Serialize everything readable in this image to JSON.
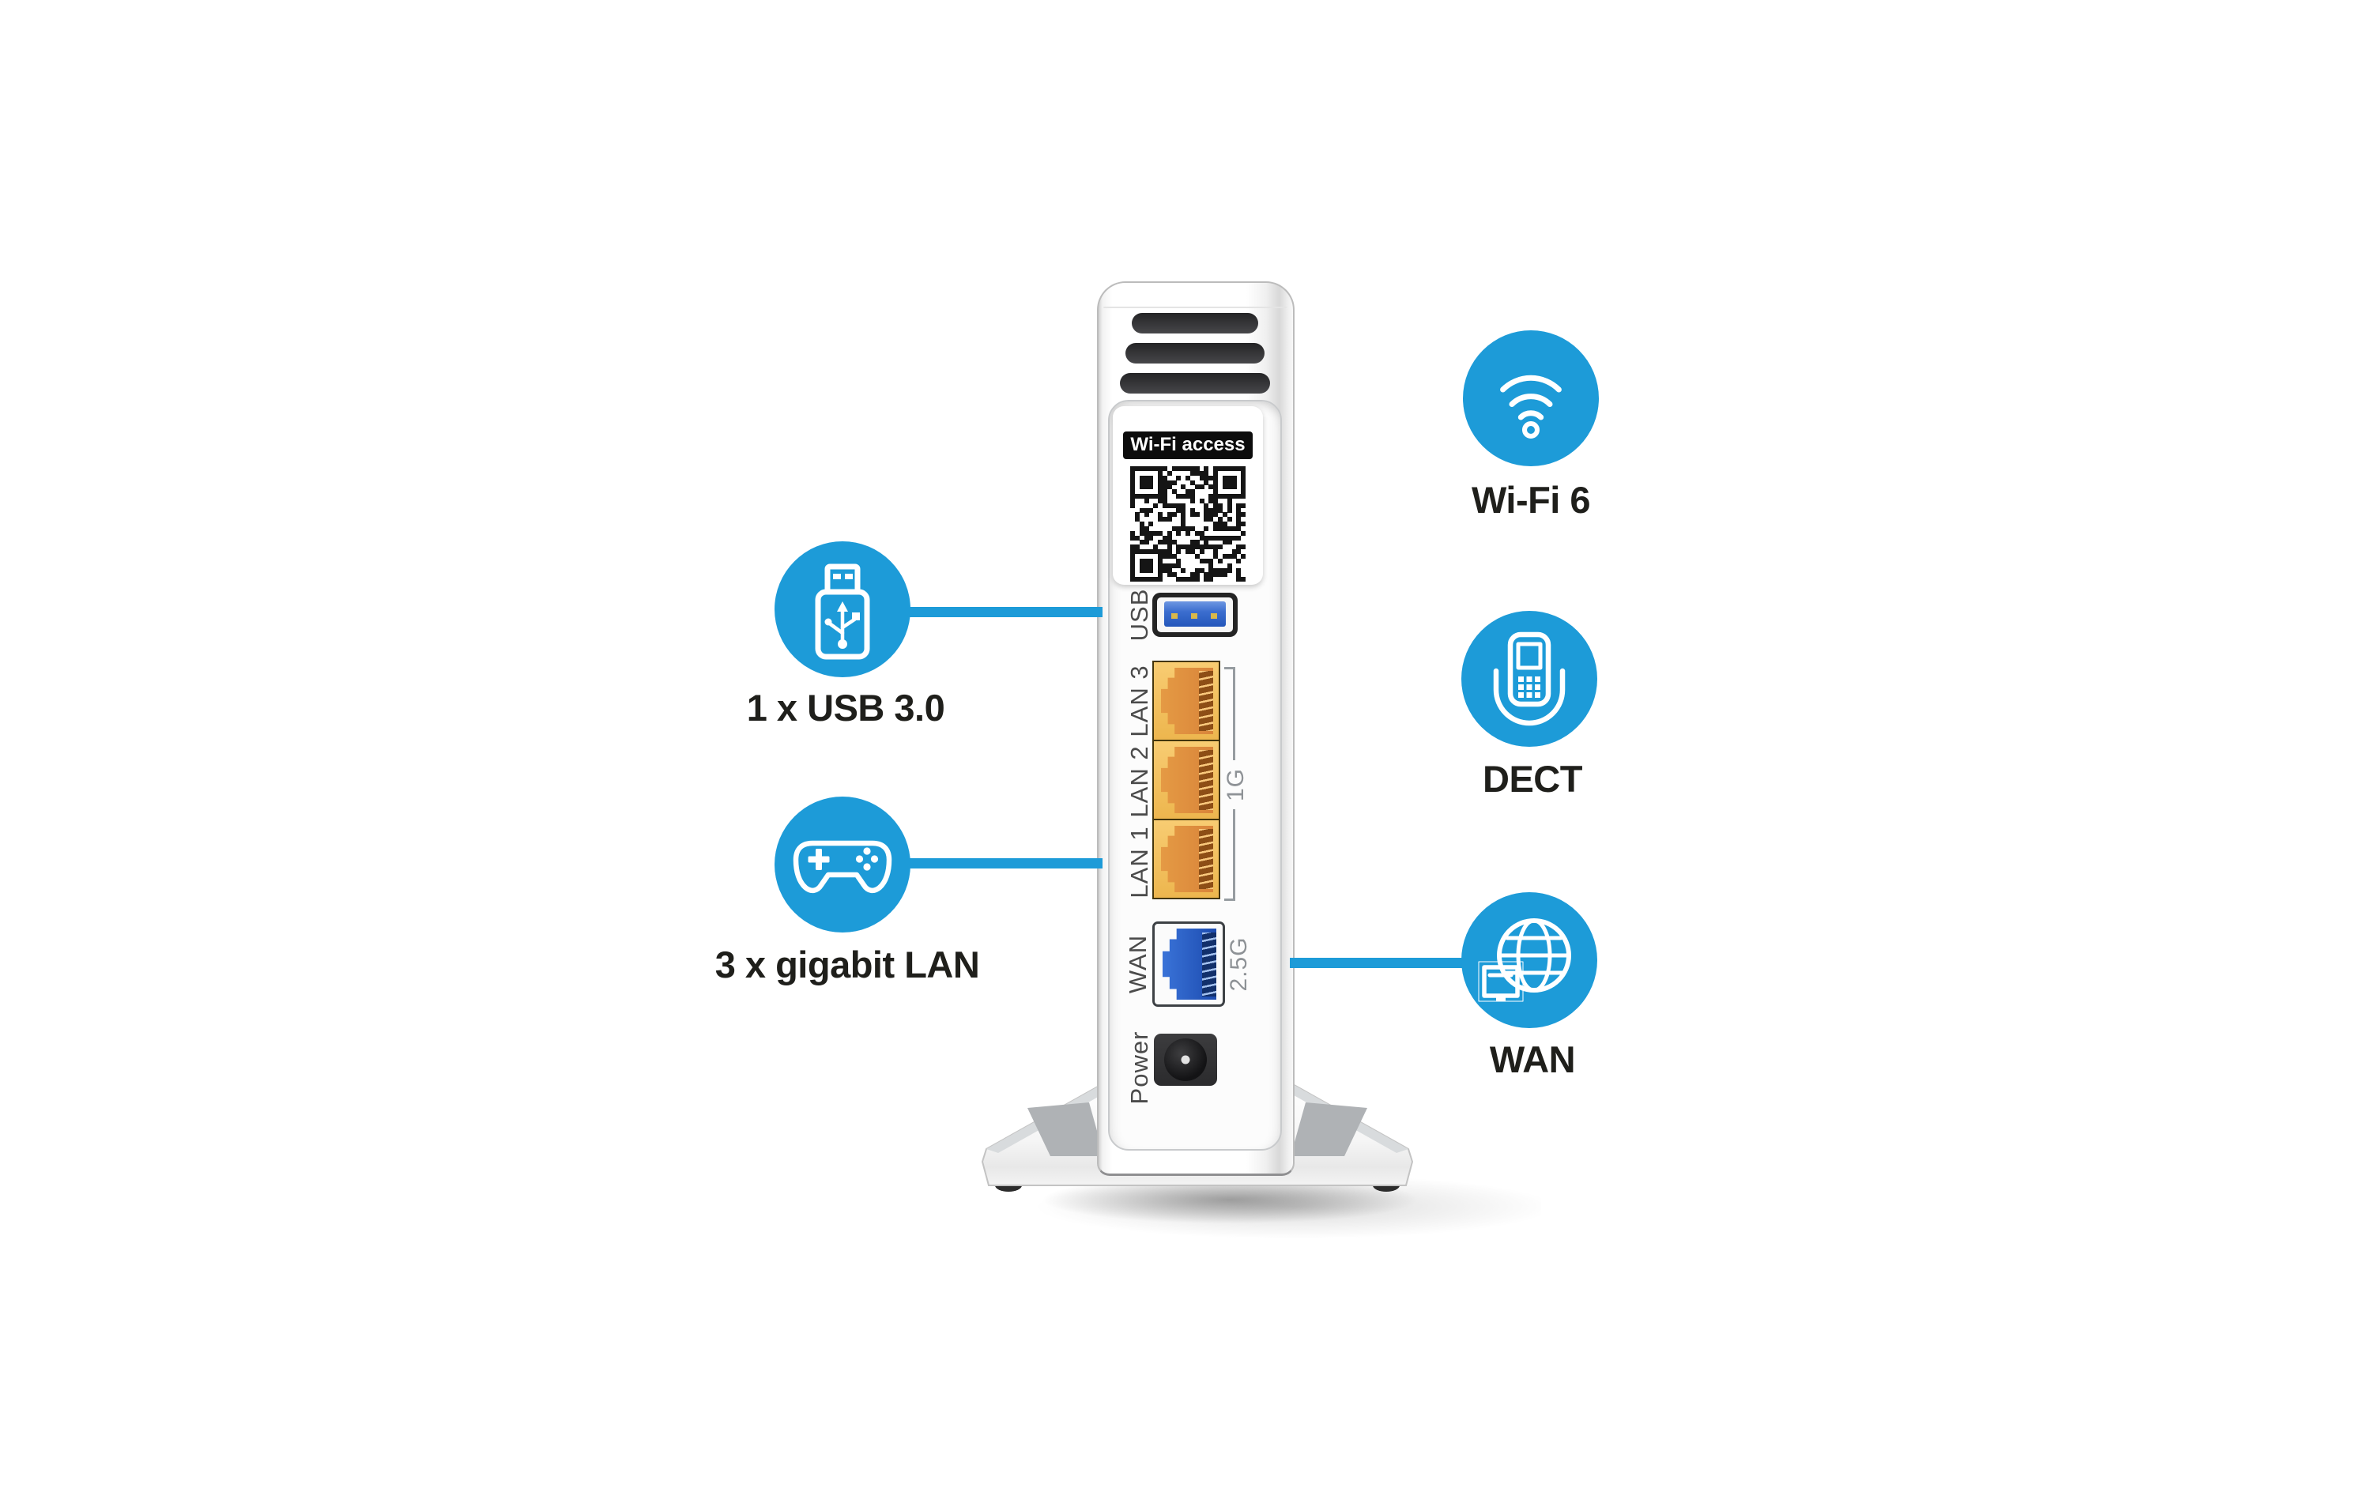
{
  "colors": {
    "accent_blue": "#1d9bd8",
    "usb_blue": "#2356ba",
    "wan_blue": "#1d4cb0",
    "lan_orange": "#d9853a",
    "text_dark": "#1f1f1b",
    "port_label_gray": "#4b4b4b",
    "speed_label_gray": "#8e9296"
  },
  "router": {
    "qr_sticker_label": "Wi-Fi access",
    "usb_label": "USB",
    "lan3_label": "LAN 3",
    "lan2_label": "LAN 2",
    "lan1_label": "LAN 1",
    "wan_label": "WAN",
    "power_label": "Power",
    "lan_speed_label": "1G",
    "wan_speed_label": "2.5G"
  },
  "callouts": {
    "usb": {
      "label": "1 x USB 3.0"
    },
    "lan": {
      "label": "3 x gigabit LAN"
    },
    "wifi": {
      "label": "Wi-Fi 6"
    },
    "dect": {
      "label": "DECT"
    },
    "wan": {
      "label": "WAN"
    }
  }
}
